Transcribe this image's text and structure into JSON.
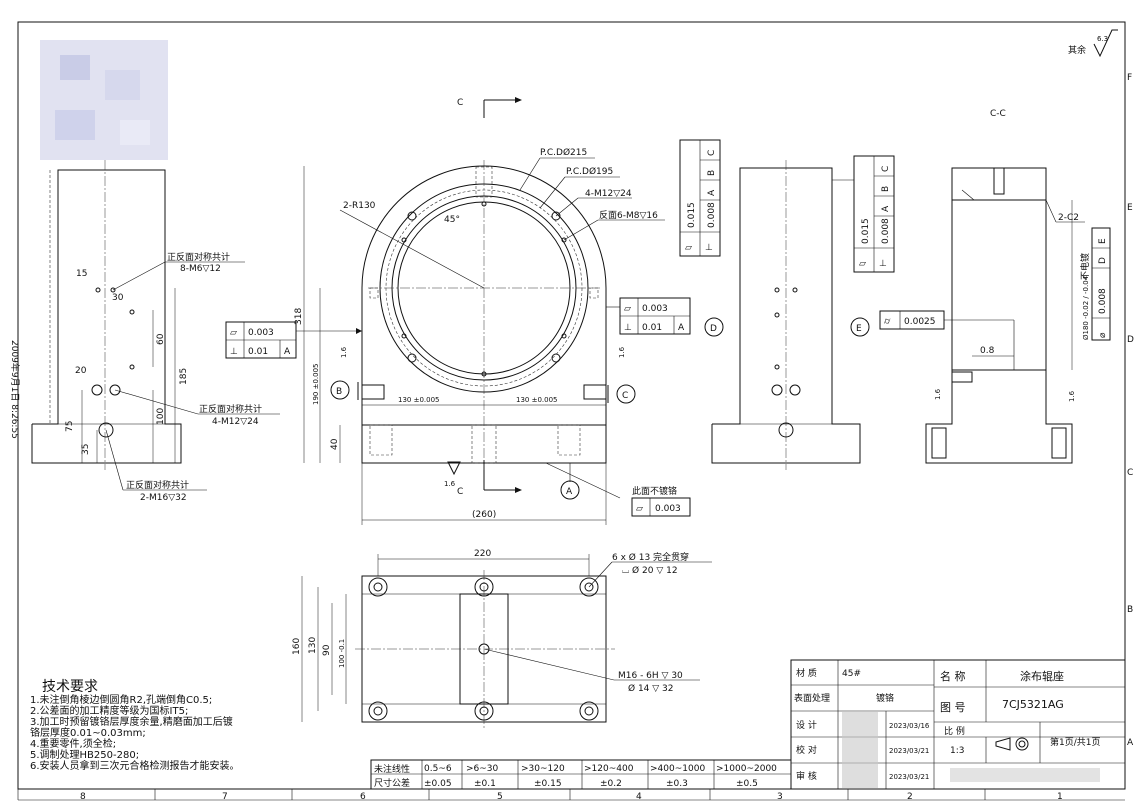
{
  "sheet": {
    "roughness": {
      "label": "其余",
      "value": "6.3"
    },
    "timestamp": "2009年9月1日 8:26:55",
    "border_columns": [
      "8",
      "7",
      "6",
      "5",
      "4",
      "3",
      "2",
      "1"
    ],
    "border_rows": [
      "F",
      "E",
      "D",
      "C",
      "B",
      "A"
    ]
  },
  "side_view": {
    "note1": "正反面对称共计",
    "note1b": "8-M6▽12",
    "note2": "正反面对称共计",
    "note2b": "4-M12▽24",
    "note3": "正反面对称共计",
    "note3b": "2-M16▽32",
    "dims": [
      "15",
      "30",
      "60",
      "185",
      "20",
      "100",
      "75",
      "35"
    ]
  },
  "front_view": {
    "section_mark": "C",
    "pcd1": "P.C.DØ215",
    "pcd2": "P.C.DØ195",
    "holes1": "4-M12▽24",
    "holes2": "反面6-M8▽16",
    "radius": "2-R130",
    "angle": "45°",
    "dims": {
      "overall_h": "318",
      "center_h": "190 ±0.005",
      "base_h": "40",
      "half_left": "130 ±0.005",
      "half_right": "130 ±0.005",
      "width": "(260)"
    },
    "rough": "1.6",
    "datums": [
      "A",
      "B",
      "C"
    ],
    "fcf_left": {
      "flat": "0.003",
      "perp": "0.01",
      "datum": "A"
    },
    "fcf_right": {
      "flat": "0.003",
      "perp": "0.01",
      "datum": "A"
    },
    "bottom_note": "此面不镀铬",
    "fcf_bottom": "0.003"
  },
  "right_view": {
    "fcf_left": {
      "v1": "0.015",
      "v2": "0.008",
      "d": [
        "C",
        "B",
        "A"
      ]
    },
    "fcf_right": {
      "v1": "0.015",
      "v2": "0.008",
      "d": [
        "C",
        "B",
        "A"
      ]
    },
    "datums": [
      "D",
      "E"
    ]
  },
  "section_view": {
    "title": "C-C",
    "chamfer": "2-C2",
    "note": "不电镀",
    "dia": "Ø180 -0.02 / -0.04",
    "fcf_side": {
      "v": "0.008",
      "d": [
        "D",
        "E"
      ]
    },
    "cyl": "0.0025",
    "dim": "0.8",
    "rough": "1.6"
  },
  "top_view": {
    "width": "220",
    "holes": "6 x Ø 13 完全贯穿",
    "cbore": "⌴ Ø 20 ▽ 12",
    "tap": "M16 - 6H ▽ 30",
    "tap2": "Ø 14 ▽ 32",
    "dims": [
      "160",
      "130",
      "90",
      "100 -0.1"
    ]
  },
  "notes": {
    "title": "技术要求",
    "items": [
      "1.未注倒角棱边倒圆角R2,孔端倒角C0.5;",
      "2.公差面的加工精度等级为国标IT5;",
      "3.加工时预留镀铬层厚度余量,精磨面加工后镀",
      "  铬层厚度0.01~0.03mm;",
      "4.重要零件,须全检;",
      "5.调制处理HB250-280;",
      "6.安装人员拿到三次元合格检测报告才能安装。"
    ]
  },
  "tolerance_table": {
    "label1": "未注线性",
    "label2": "尺寸公差",
    "ranges": [
      "0.5~6",
      ">6~30",
      ">30~120",
      ">120~400",
      ">400~1000",
      ">1000~2000"
    ],
    "values": [
      "±0.05",
      "±0.1",
      "±0.15",
      "±0.2",
      "±0.3",
      "±0.5"
    ]
  },
  "title_block": {
    "material_label": "材 质",
    "material": "45#",
    "surface_label": "表面处理",
    "surface": "镀铬",
    "design_label": "设 计",
    "check_label": "校 对",
    "review_label": "审 核",
    "date1": "2023/03/16",
    "date2": "2023/03/21",
    "date3": "2023/03/21",
    "name_label": "名 称",
    "name": "涂布辊座",
    "dwg_label": "图 号",
    "dwg_no": "7CJ5321AG",
    "scale_label": "比 例",
    "scale": "1:3",
    "page": "第1页/共1页"
  }
}
